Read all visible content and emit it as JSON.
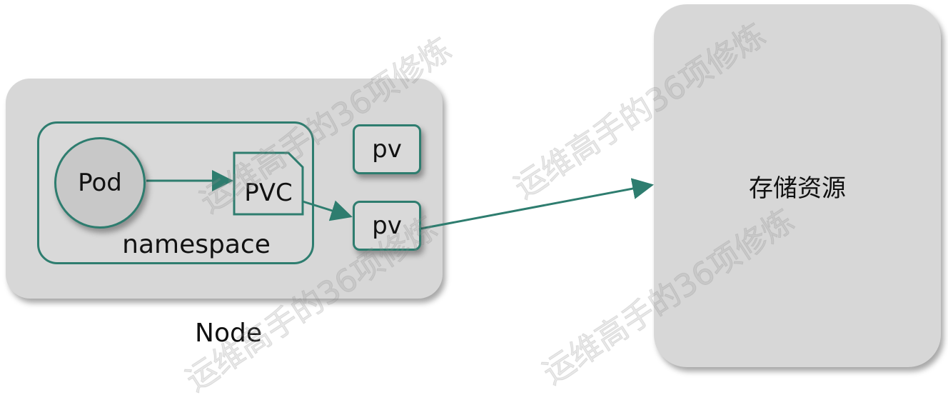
{
  "diagram": {
    "node_label": "Node",
    "namespace_label": "namespace",
    "pod_label": "Pod",
    "pvc_label": "PVC",
    "pv_labels": [
      "pv",
      "pv"
    ],
    "storage_label": "存储资源",
    "watermark": "运维高手的36项修炼"
  },
  "colors": {
    "accent": "#2e7d6f",
    "box_fill": "#d7d7d7",
    "pod_fill": "#c8c8c8"
  }
}
